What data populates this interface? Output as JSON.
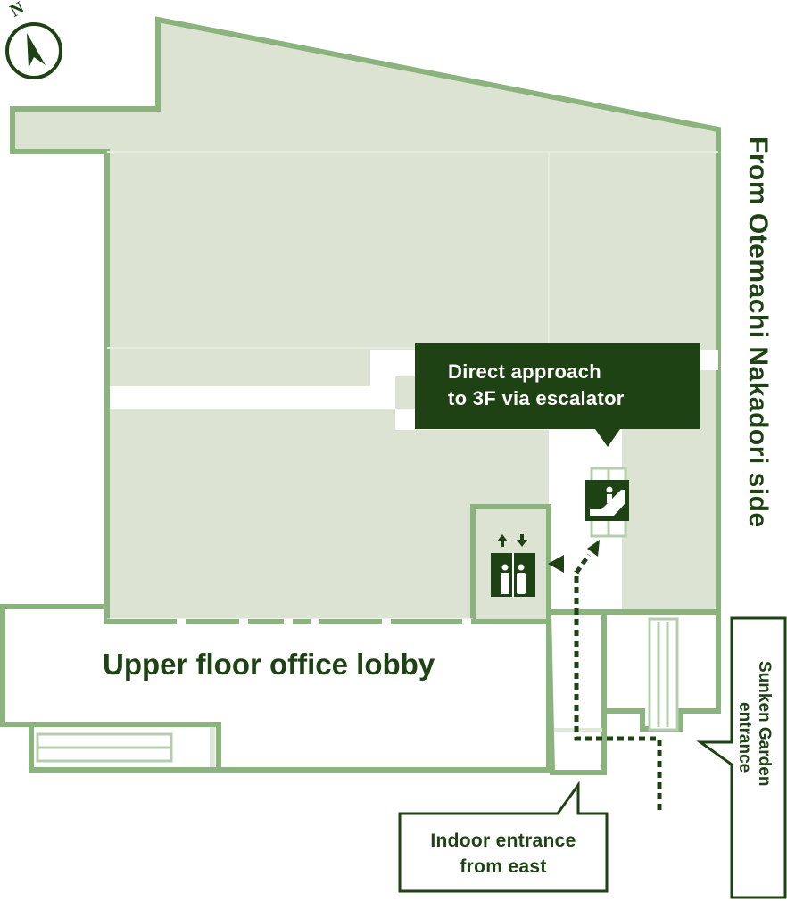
{
  "compass": {
    "north_label": "N"
  },
  "lobby": {
    "title": "Upper floor office lobby"
  },
  "street": {
    "label": "From Otemachi Nakadori side"
  },
  "escalator_callout": {
    "line1": "Direct approach",
    "line2": "to 3F via escalator"
  },
  "indoor_entrance_callout": {
    "line1": "Indoor entrance",
    "line2": "from east"
  },
  "sunken_callout": {
    "line1": "Sunken Garden",
    "line2": "entrance"
  },
  "icons": [
    "north-arrow-icon",
    "elevator-icon",
    "escalator-icon",
    "route-arrow-icon"
  ],
  "colors": {
    "wall": "#8bb37e",
    "floor": "#dce3d2",
    "dark_green": "#1e4214",
    "route": "#1e4214",
    "stairs": "#b5ccad"
  }
}
